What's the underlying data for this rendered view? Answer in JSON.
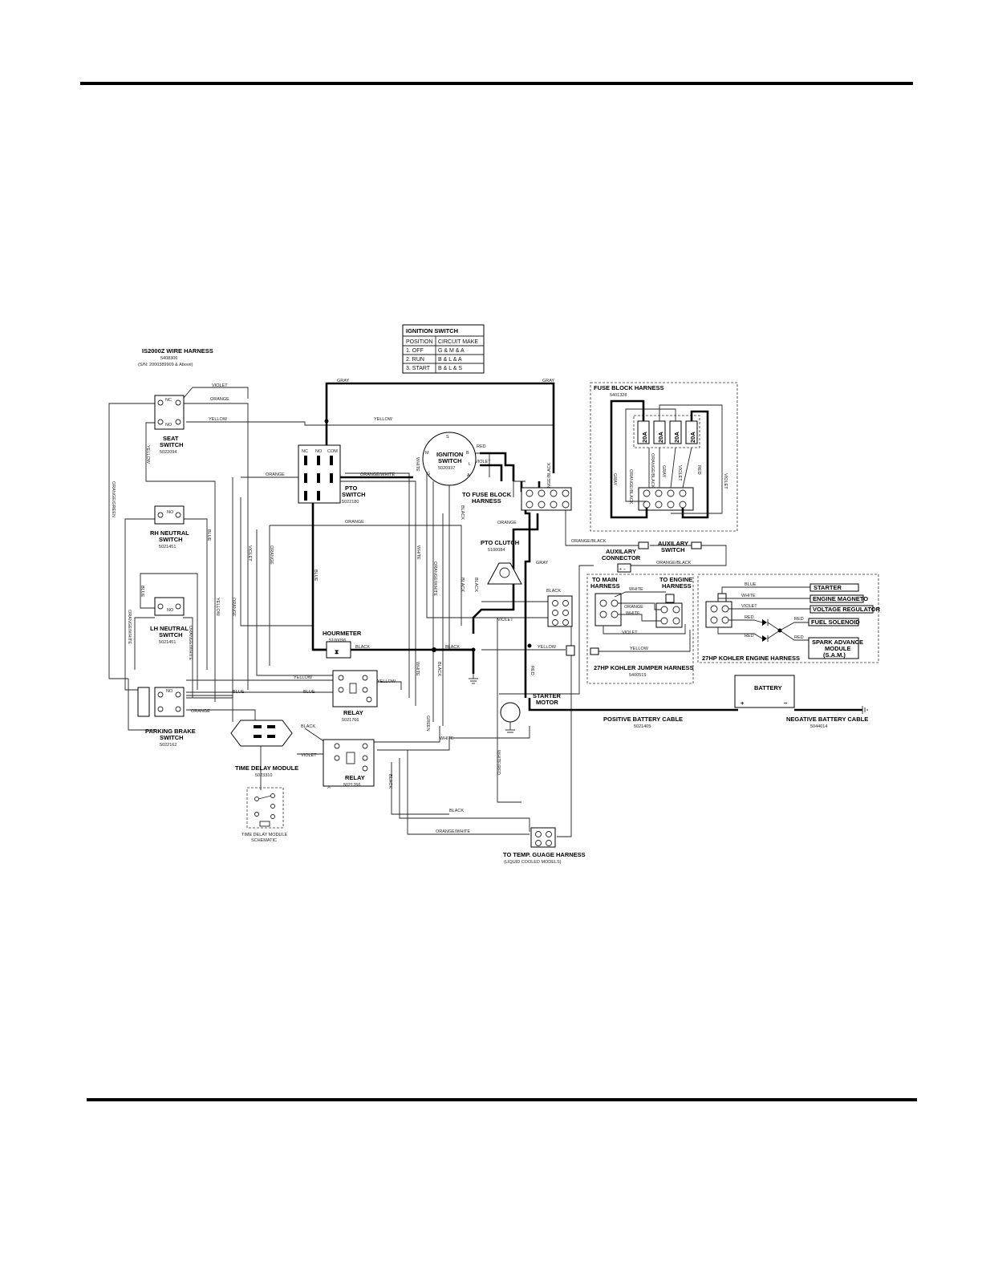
{
  "ignition_table": {
    "title": "IGNITION SWITCH",
    "headers": [
      "POSITION",
      "CIRCUIT MAKE"
    ],
    "rows": [
      [
        "1. OFF",
        "G & M & A"
      ],
      [
        "2. RUN",
        "B & L & A"
      ],
      [
        "3. START",
        "B & L & S"
      ]
    ]
  },
  "harness": {
    "title": "IS2000Z WIRE HARNESS",
    "part": "5408306",
    "serial": "(S/N: 2000389909 & Above)"
  },
  "components": {
    "seat_switch": {
      "name": "SEAT",
      "name2": "SWITCH",
      "part": "5022094"
    },
    "rh_neutral": {
      "name": "RH NEUTRAL",
      "name2": "SWITCH",
      "part": "5021451"
    },
    "lh_neutral": {
      "name": "LH NEUTRAL",
      "name2": "SWITCH",
      "part": "5021451"
    },
    "parking_brake": {
      "name": "PARKING BRAKE",
      "name2": "SWITCH",
      "part": "5022162"
    },
    "pto_switch": {
      "name": "PTO",
      "name2": "SWITCH",
      "part": "5022180"
    },
    "ignition_switch": {
      "name": "IGNITION",
      "name2": "SWITCH",
      "part": "5020937"
    },
    "fuse_block": {
      "name": "TO FUSE BLOCK",
      "name2": "HARNESS"
    },
    "pto_clutch": {
      "name": "PTO CLUTCH",
      "part": "5100084"
    },
    "hourmeter": {
      "name": "HOURMETER",
      "part": "5100096"
    },
    "relay1": {
      "name": "RELAY",
      "part": "5021766"
    },
    "relay2": {
      "name": "RELAY",
      "part": "5021766"
    },
    "time_delay": {
      "name": "TIME DELAY MODULE",
      "part": "5023310"
    },
    "time_delay_schematic": {
      "name": "TIME DELAY MODULE",
      "name2": "SCHEMATIC"
    },
    "starter_motor": {
      "name": "STARTER",
      "name2": "MOTOR"
    },
    "battery": {
      "name": "BATTERY",
      "plus": "+",
      "minus": "−"
    },
    "positive_cable": {
      "name": "POSITIVE BATTERY CABLE",
      "part": "5021405"
    },
    "negative_cable": {
      "name": "NEGATIVE BATTERY CABLE",
      "part": "5044014"
    },
    "aux_connector": {
      "name": "AUXILARY",
      "name2": "CONNECTOR"
    },
    "aux_switch": {
      "name": "AUXILARY",
      "name2": "SWITCH"
    },
    "temp_gauge": {
      "name": "TO TEMP. GUAGE HARNESS",
      "name2": "(LIQUID COOLED MODELS)"
    }
  },
  "fuse_harness": {
    "title": "FUSE BLOCK HARNESS",
    "part": "5401328",
    "fuses": [
      "20A",
      "20A",
      "20A",
      "20A"
    ]
  },
  "jumper_harness": {
    "title": "27HP KOHLER JUMPER HARNESS",
    "part": "5400515",
    "to_main": [
      "TO MAIN",
      "HARNESS"
    ],
    "to_engine": [
      "TO ENGINE",
      "HARNESS"
    ]
  },
  "engine_harness": {
    "title": "27HP KOHLER ENGINE HARNESS",
    "items": [
      "STARTER",
      "ENGINE MAGNETO",
      "VOLTAGE REGULATOR",
      "FUEL SOLENOID"
    ],
    "sam": [
      "SPARK ADVANCE",
      "MODULE",
      "(S.A.M.)"
    ]
  },
  "wire_colors": {
    "violet": "VIOLET",
    "orange": "ORANGE",
    "yellow": "YELLOW",
    "gray": "GRAY",
    "blue": "BLUE",
    "black": "BLACK",
    "white": "WHITE",
    "red": "RED",
    "green": "GREEN",
    "orange_white": "ORANGE/WHITE",
    "orange_black": "ORANGE/BLACK",
    "orange_green": "ORANGE/GREEN",
    "white_red": "WHITE/RED"
  },
  "colors": {
    "ink": "#000000",
    "paper": "#ffffff"
  }
}
